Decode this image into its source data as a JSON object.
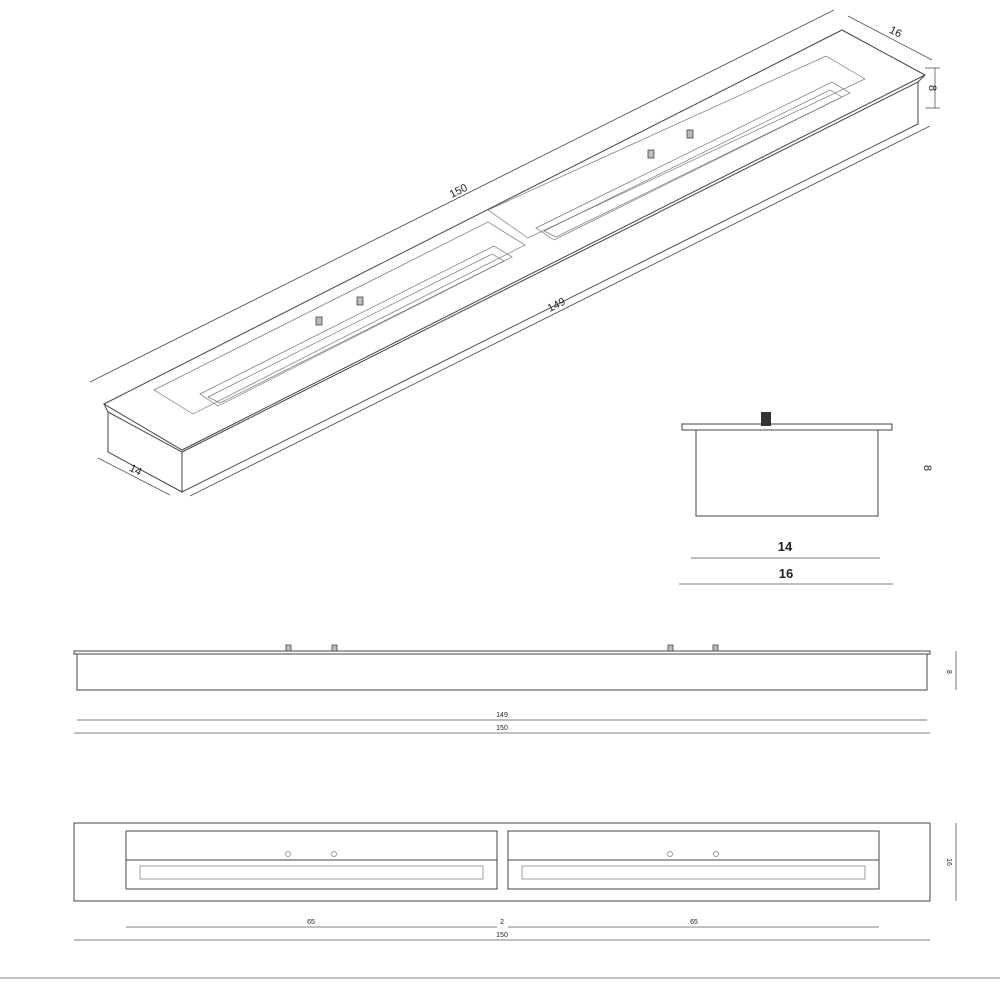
{
  "iso_view": {
    "length_outer": "150",
    "length_inner": "149",
    "depth_outer": "16",
    "depth_inner": "14",
    "height": "8"
  },
  "end_view": {
    "width_inner": "14",
    "width_outer": "16",
    "height": "8"
  },
  "side_view": {
    "length_inner": "149",
    "length_outer": "150",
    "height": "8"
  },
  "top_view": {
    "section_left": "65",
    "gap": "2",
    "section_right": "65",
    "length_total": "150",
    "depth": "16"
  },
  "colors": {
    "line": "#444444",
    "knob": "#bbbbbb",
    "background": "#ffffff"
  }
}
